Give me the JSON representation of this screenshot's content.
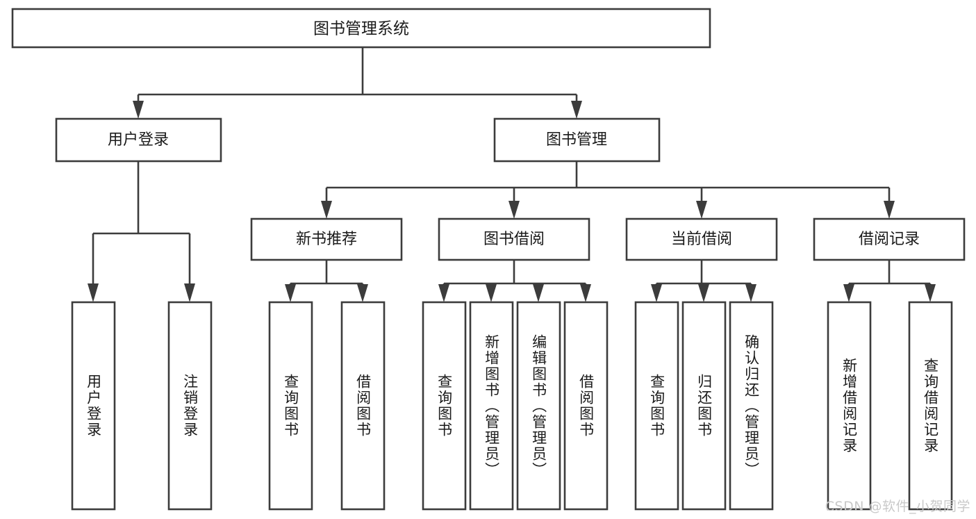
{
  "diagram": {
    "type": "tree-hierarchy-chart",
    "title": "图书管理系统",
    "orientation": "top-down",
    "colors": {
      "box_stroke": "#3c3c3c",
      "box_fill": "#ffffff",
      "connector": "#3c3c3c",
      "text": "#1a1a1a",
      "background": "#ffffff",
      "watermark": "#c9c9c9"
    },
    "root": {
      "id": "root",
      "label": "图书管理系统"
    },
    "level2": [
      {
        "id": "user-login",
        "label": "用户登录"
      },
      {
        "id": "book-manage",
        "label": "图书管理"
      }
    ],
    "level3": [
      {
        "id": "new-book-recommend",
        "label": "新书推荐",
        "parent": "book-manage"
      },
      {
        "id": "book-borrow",
        "label": "图书借阅",
        "parent": "book-manage"
      },
      {
        "id": "current-borrow",
        "label": "当前借阅",
        "parent": "book-manage"
      },
      {
        "id": "borrow-record",
        "label": "借阅记录",
        "parent": "book-manage"
      }
    ],
    "leaves": [
      {
        "id": "leaf-user-login",
        "label": "用户登录",
        "parent": "user-login"
      },
      {
        "id": "leaf-logout-login",
        "label": "注销登录",
        "parent": "user-login"
      },
      {
        "id": "leaf-query-book-1",
        "label": "查询图书",
        "parent": "new-book-recommend"
      },
      {
        "id": "leaf-borrow-book-1",
        "label": "借阅图书",
        "parent": "new-book-recommend"
      },
      {
        "id": "leaf-query-book-2",
        "label": "查询图书",
        "parent": "book-borrow"
      },
      {
        "id": "leaf-add-book",
        "label": "新增图书（管理员）",
        "parent": "book-borrow"
      },
      {
        "id": "leaf-edit-book",
        "label": "编辑图书（管理员）",
        "parent": "book-borrow"
      },
      {
        "id": "leaf-borrow-book-2",
        "label": "借阅图书",
        "parent": "book-borrow"
      },
      {
        "id": "leaf-query-book-3",
        "label": "查询图书",
        "parent": "current-borrow"
      },
      {
        "id": "leaf-return-book",
        "label": "归还图书",
        "parent": "current-borrow"
      },
      {
        "id": "leaf-confirm-return",
        "label": "确认归还（管理员）",
        "parent": "current-borrow"
      },
      {
        "id": "leaf-add-record",
        "label": "新增借阅记录",
        "parent": "borrow-record"
      },
      {
        "id": "leaf-query-record",
        "label": "查询借阅记录",
        "parent": "borrow-record"
      }
    ]
  },
  "watermark": {
    "text": "CSDN @软件_小贺同学"
  }
}
